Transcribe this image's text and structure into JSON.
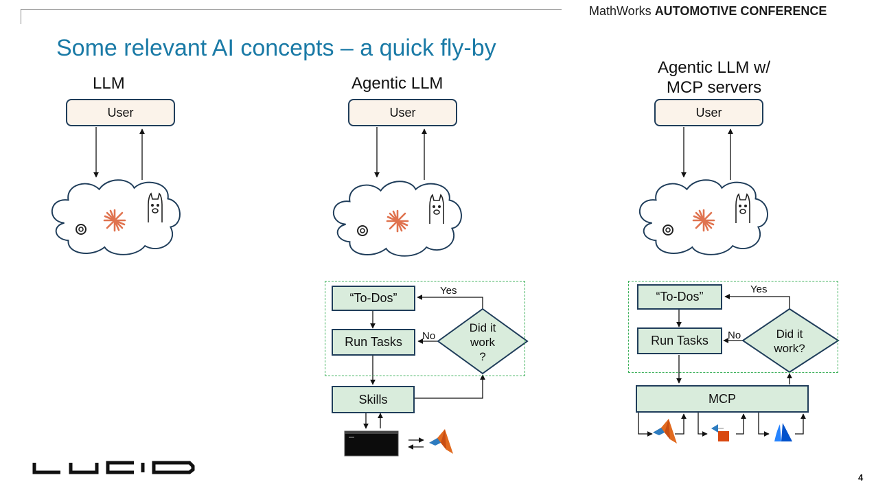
{
  "header": {
    "conference_light": "MathWorks ",
    "conference_bold": "AUTOMOTIVE CONFERENCE"
  },
  "slide_title": "Some relevant AI concepts – a quick fly-by",
  "columns": {
    "llm": {
      "title": "LLM",
      "user": "User"
    },
    "agentic": {
      "title": "Agentic LLM",
      "user": "User",
      "todos": "“To-Dos”",
      "run_tasks": "Run Tasks",
      "decision_line1": "Did it",
      "decision_line2": "work",
      "decision_line3": "?",
      "yes": "Yes",
      "no": "No",
      "skills": "Skills"
    },
    "mcp": {
      "title_line1": "Agentic LLM w/",
      "title_line2": "MCP servers",
      "user": "User",
      "todos": "“To-Dos”",
      "run_tasks": "Run Tasks",
      "decision_line1": "Did it",
      "decision_line2": "work?",
      "yes": "Yes",
      "no": "No",
      "mcp": "MCP"
    }
  },
  "icons": [
    "openai-icon",
    "anthropic-asterisk-icon",
    "llama-icon",
    "terminal-icon",
    "matlab-icon",
    "simulink-icon",
    "atlassian-icon"
  ],
  "colors": {
    "title_blue": "#1a7aa6",
    "user_fill": "#fbf3ea",
    "box_fill": "#d9ecdc",
    "box_border": "#1f3d5a",
    "dashed_green": "#3cb05a",
    "anthropic_orange": "#e0734f",
    "matlab_orange": "#e16a1f",
    "atlassian_blue": "#2684ff"
  },
  "page_number": "4",
  "footer_logo": "LUCID"
}
